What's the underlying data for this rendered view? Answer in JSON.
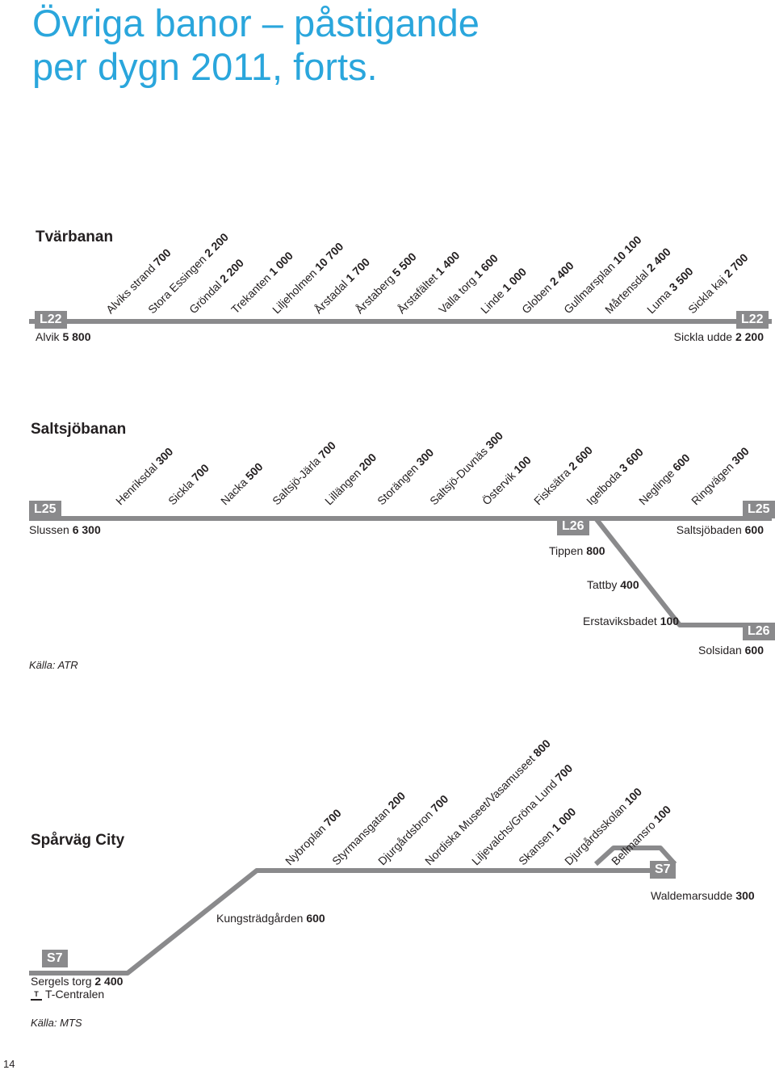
{
  "title_line1": "Övriga banor – påstigande",
  "title_line2": "per dygn 2011, forts.",
  "colors": {
    "title": "#2aa6dc",
    "track": "#8a8a8c",
    "badge": "#8a8a8c"
  },
  "tvarbanan": {
    "name": "Tvärbanan",
    "line": "L22",
    "start": {
      "name": "Alvik",
      "value": "5 800"
    },
    "end": {
      "name": "Sickla udde",
      "value": "2 200"
    },
    "stations": [
      {
        "name": "Alviks strand",
        "value": "700"
      },
      {
        "name": "Stora Essingen",
        "value": "2 200"
      },
      {
        "name": "Gröndal",
        "value": "2 200"
      },
      {
        "name": "Trekanten",
        "value": "1 000"
      },
      {
        "name": "Liljeholmen",
        "value": "10 700"
      },
      {
        "name": "Årstadal",
        "value": "1 700"
      },
      {
        "name": "Årstaberg",
        "value": "5 500"
      },
      {
        "name": "Årstafältet",
        "value": "1 400"
      },
      {
        "name": "Valla torg",
        "value": "1 600"
      },
      {
        "name": "Linde",
        "value": "1 000"
      },
      {
        "name": "Globen",
        "value": "2 400"
      },
      {
        "name": "Gullmarsplan",
        "value": "10 100"
      },
      {
        "name": "Mårtensdal",
        "value": "2 400"
      },
      {
        "name": "Luma",
        "value": "3 500"
      },
      {
        "name": "Sickla kaj",
        "value": "2 700"
      }
    ]
  },
  "saltsjobanan": {
    "name": "Saltsjöbanan",
    "line": "L25",
    "branch_line": "L26",
    "start": {
      "name": "Slussen",
      "value": "6 300"
    },
    "end": {
      "name": "Saltsjöbaden",
      "value": "600"
    },
    "stations": [
      {
        "name": "Henriksdal",
        "value": "300"
      },
      {
        "name": "Sickla",
        "value": "700"
      },
      {
        "name": "Nacka",
        "value": "500"
      },
      {
        "name": "Saltsjö-Järla",
        "value": "700"
      },
      {
        "name": "Lillängen",
        "value": "200"
      },
      {
        "name": "Storängen",
        "value": "300"
      },
      {
        "name": "Saltsjö-Duvnäs",
        "value": "300"
      },
      {
        "name": "Östervik",
        "value": "100"
      },
      {
        "name": "Fisksätra",
        "value": "2 600"
      },
      {
        "name": "Igelboda",
        "value": "3 600"
      },
      {
        "name": "Neglinge",
        "value": "600"
      },
      {
        "name": "Ringvägen",
        "value": "300"
      }
    ],
    "branch_stations": [
      {
        "name": "Tippen",
        "value": "800"
      },
      {
        "name": "Tattby",
        "value": "400"
      },
      {
        "name": "Erstaviksbadet",
        "value": "100"
      }
    ],
    "branch_end": {
      "name": "Solsidan",
      "value": "600"
    },
    "source": "Källa: ATR"
  },
  "sparvag": {
    "name": "Spårväg City",
    "line": "S7",
    "start": {
      "name": "Sergels torg",
      "value": "2 400",
      "note": "T-Centralen",
      "tsymbol": "T"
    },
    "kungstradgarden": {
      "name": "Kungsträdgården",
      "value": "600"
    },
    "end": {
      "name": "Waldemarsudde",
      "value": "300"
    },
    "stations": [
      {
        "name": "Nybroplan",
        "value": "700"
      },
      {
        "name": "Styrmansgatan",
        "value": "200"
      },
      {
        "name": "Djurgårdsbron",
        "value": "700"
      },
      {
        "name": "Nordiska Museet/Vasamuseet",
        "value": "800"
      },
      {
        "name": "Liljevalchs/Gröna Lund",
        "value": "700"
      },
      {
        "name": "Skansen",
        "value": "1 000"
      },
      {
        "name": "Djurgårdsskolan",
        "value": "100"
      },
      {
        "name": "Bellmansro",
        "value": "100"
      }
    ],
    "source": "Källa: MTS"
  },
  "page_number": "14"
}
